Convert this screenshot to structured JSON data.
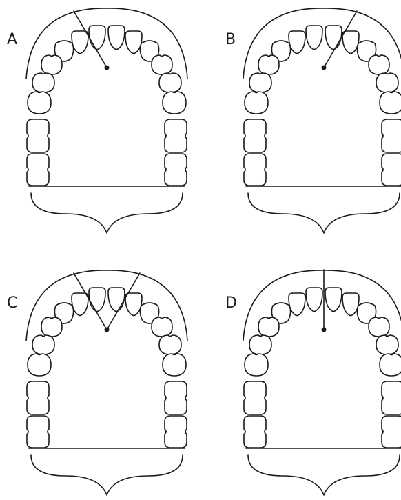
{
  "panels": [
    {
      "label": "A",
      "rays": [
        "left-lateral"
      ]
    },
    {
      "label": "B",
      "rays": [
        "right-lateral"
      ]
    },
    {
      "label": "C",
      "rays": [
        "left-lateral",
        "right-lateral"
      ]
    },
    {
      "label": "D",
      "rays": [
        "midline"
      ]
    }
  ],
  "colors": {
    "ink": "#1a1a1a",
    "background": "#ffffff"
  }
}
